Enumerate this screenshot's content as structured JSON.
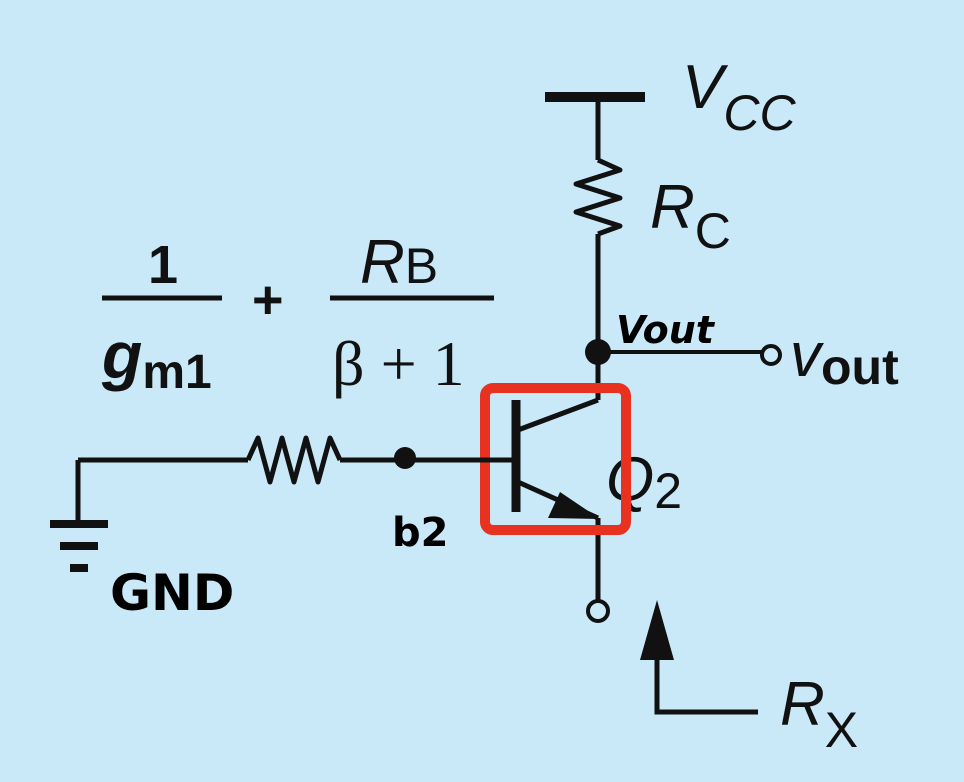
{
  "labels": {
    "vcc_main": "V",
    "vcc_sub": "CC",
    "rc_main": "R",
    "rc_sub": "C",
    "frac1_num": "1",
    "frac1_den_main": "g",
    "frac1_den_sub": "m1",
    "plus": "+",
    "frac2_num_main": "R",
    "frac2_num_sub": "B",
    "frac2_den": "β + 1",
    "vout_main": "v",
    "vout_sub": "out",
    "vout_handwritten": "Vout",
    "q2_main": "Q",
    "q2_sub": "2",
    "rx_main": "R",
    "rx_sub": "X",
    "b2_handwritten": "b2",
    "gnd_handwritten": "GND"
  },
  "colors": {
    "background": "#c9e9f9",
    "wire": "#111111",
    "highlight": "#e8321f"
  }
}
